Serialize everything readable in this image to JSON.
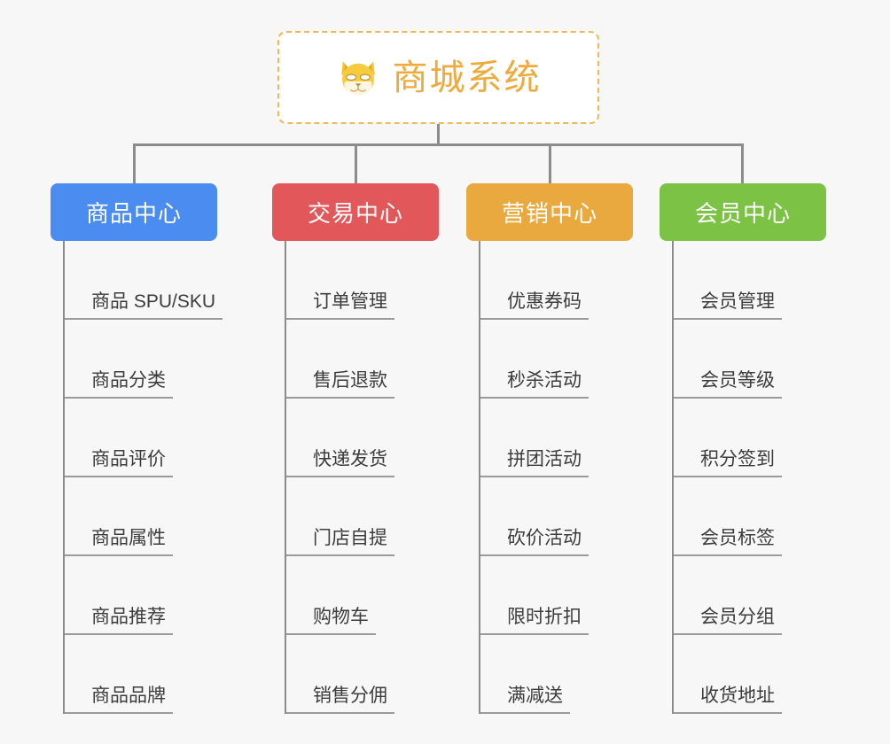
{
  "root": {
    "title": "商城系统",
    "icon": "shiba-dog-face-icon",
    "border_color": "#f0b952",
    "text_color": "#eeab3c",
    "background": "#ffffff"
  },
  "canvas": {
    "background": "#f7f7f7",
    "connector_color": "#8c8c8c"
  },
  "branches": [
    {
      "label": "商品中心",
      "color": "#4a8cf0",
      "items": [
        {
          "label": "商品 SPU/SKU"
        },
        {
          "label": "商品分类"
        },
        {
          "label": "商品评价"
        },
        {
          "label": "商品属性"
        },
        {
          "label": "商品推荐"
        },
        {
          "label": "商品品牌"
        }
      ]
    },
    {
      "label": "交易中心",
      "color": "#e2585a",
      "items": [
        {
          "label": "订单管理"
        },
        {
          "label": "售后退款"
        },
        {
          "label": "快递发货"
        },
        {
          "label": "门店自提"
        },
        {
          "label": "购物车"
        },
        {
          "label": "销售分佣"
        }
      ]
    },
    {
      "label": "营销中心",
      "color": "#eaa93f",
      "items": [
        {
          "label": "优惠券码"
        },
        {
          "label": "秒杀活动"
        },
        {
          "label": "拼团活动"
        },
        {
          "label": "砍价活动"
        },
        {
          "label": "限时折扣"
        },
        {
          "label": "满减送"
        }
      ]
    },
    {
      "label": "会员中心",
      "color": "#7cc245",
      "items": [
        {
          "label": "会员管理"
        },
        {
          "label": "会员等级"
        },
        {
          "label": "积分签到"
        },
        {
          "label": "会员标签"
        },
        {
          "label": "会员分组"
        },
        {
          "label": "收货地址"
        }
      ]
    }
  ]
}
